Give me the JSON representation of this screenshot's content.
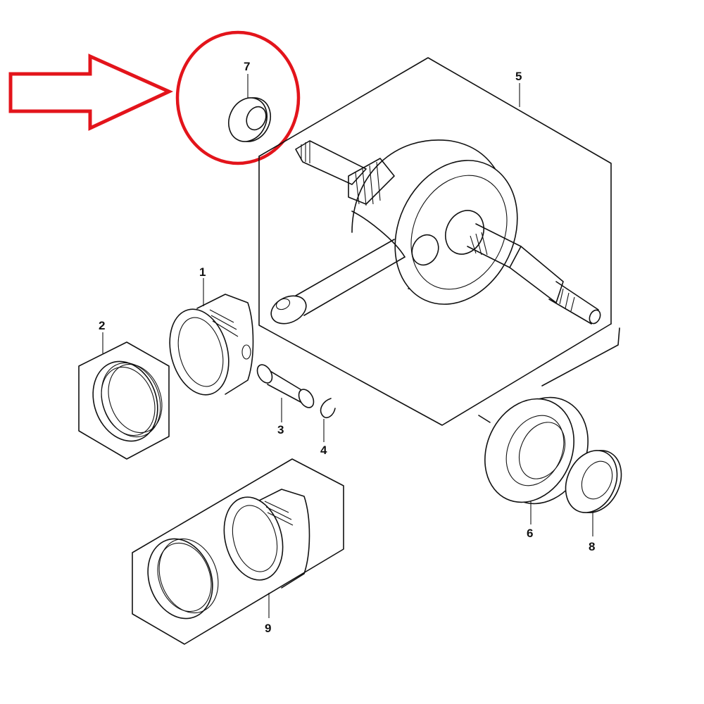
{
  "diagram": {
    "highlight_color": "#e3141b",
    "line_color": "#111111",
    "parts": [
      {
        "id": "1",
        "label": "1",
        "name": "piston"
      },
      {
        "id": "2",
        "label": "2",
        "name": "piston-ring-set"
      },
      {
        "id": "3",
        "label": "3",
        "name": "piston-pin"
      },
      {
        "id": "4",
        "label": "4",
        "name": "circlip"
      },
      {
        "id": "5",
        "label": "5",
        "name": "crankshaft-assembly"
      },
      {
        "id": "6",
        "label": "6",
        "name": "bearing"
      },
      {
        "id": "7",
        "label": "7",
        "name": "bearing-small"
      },
      {
        "id": "8",
        "label": "8",
        "name": "oil-seal"
      },
      {
        "id": "9",
        "label": "9",
        "name": "piston-set"
      }
    ],
    "highlighted_part": "7"
  }
}
